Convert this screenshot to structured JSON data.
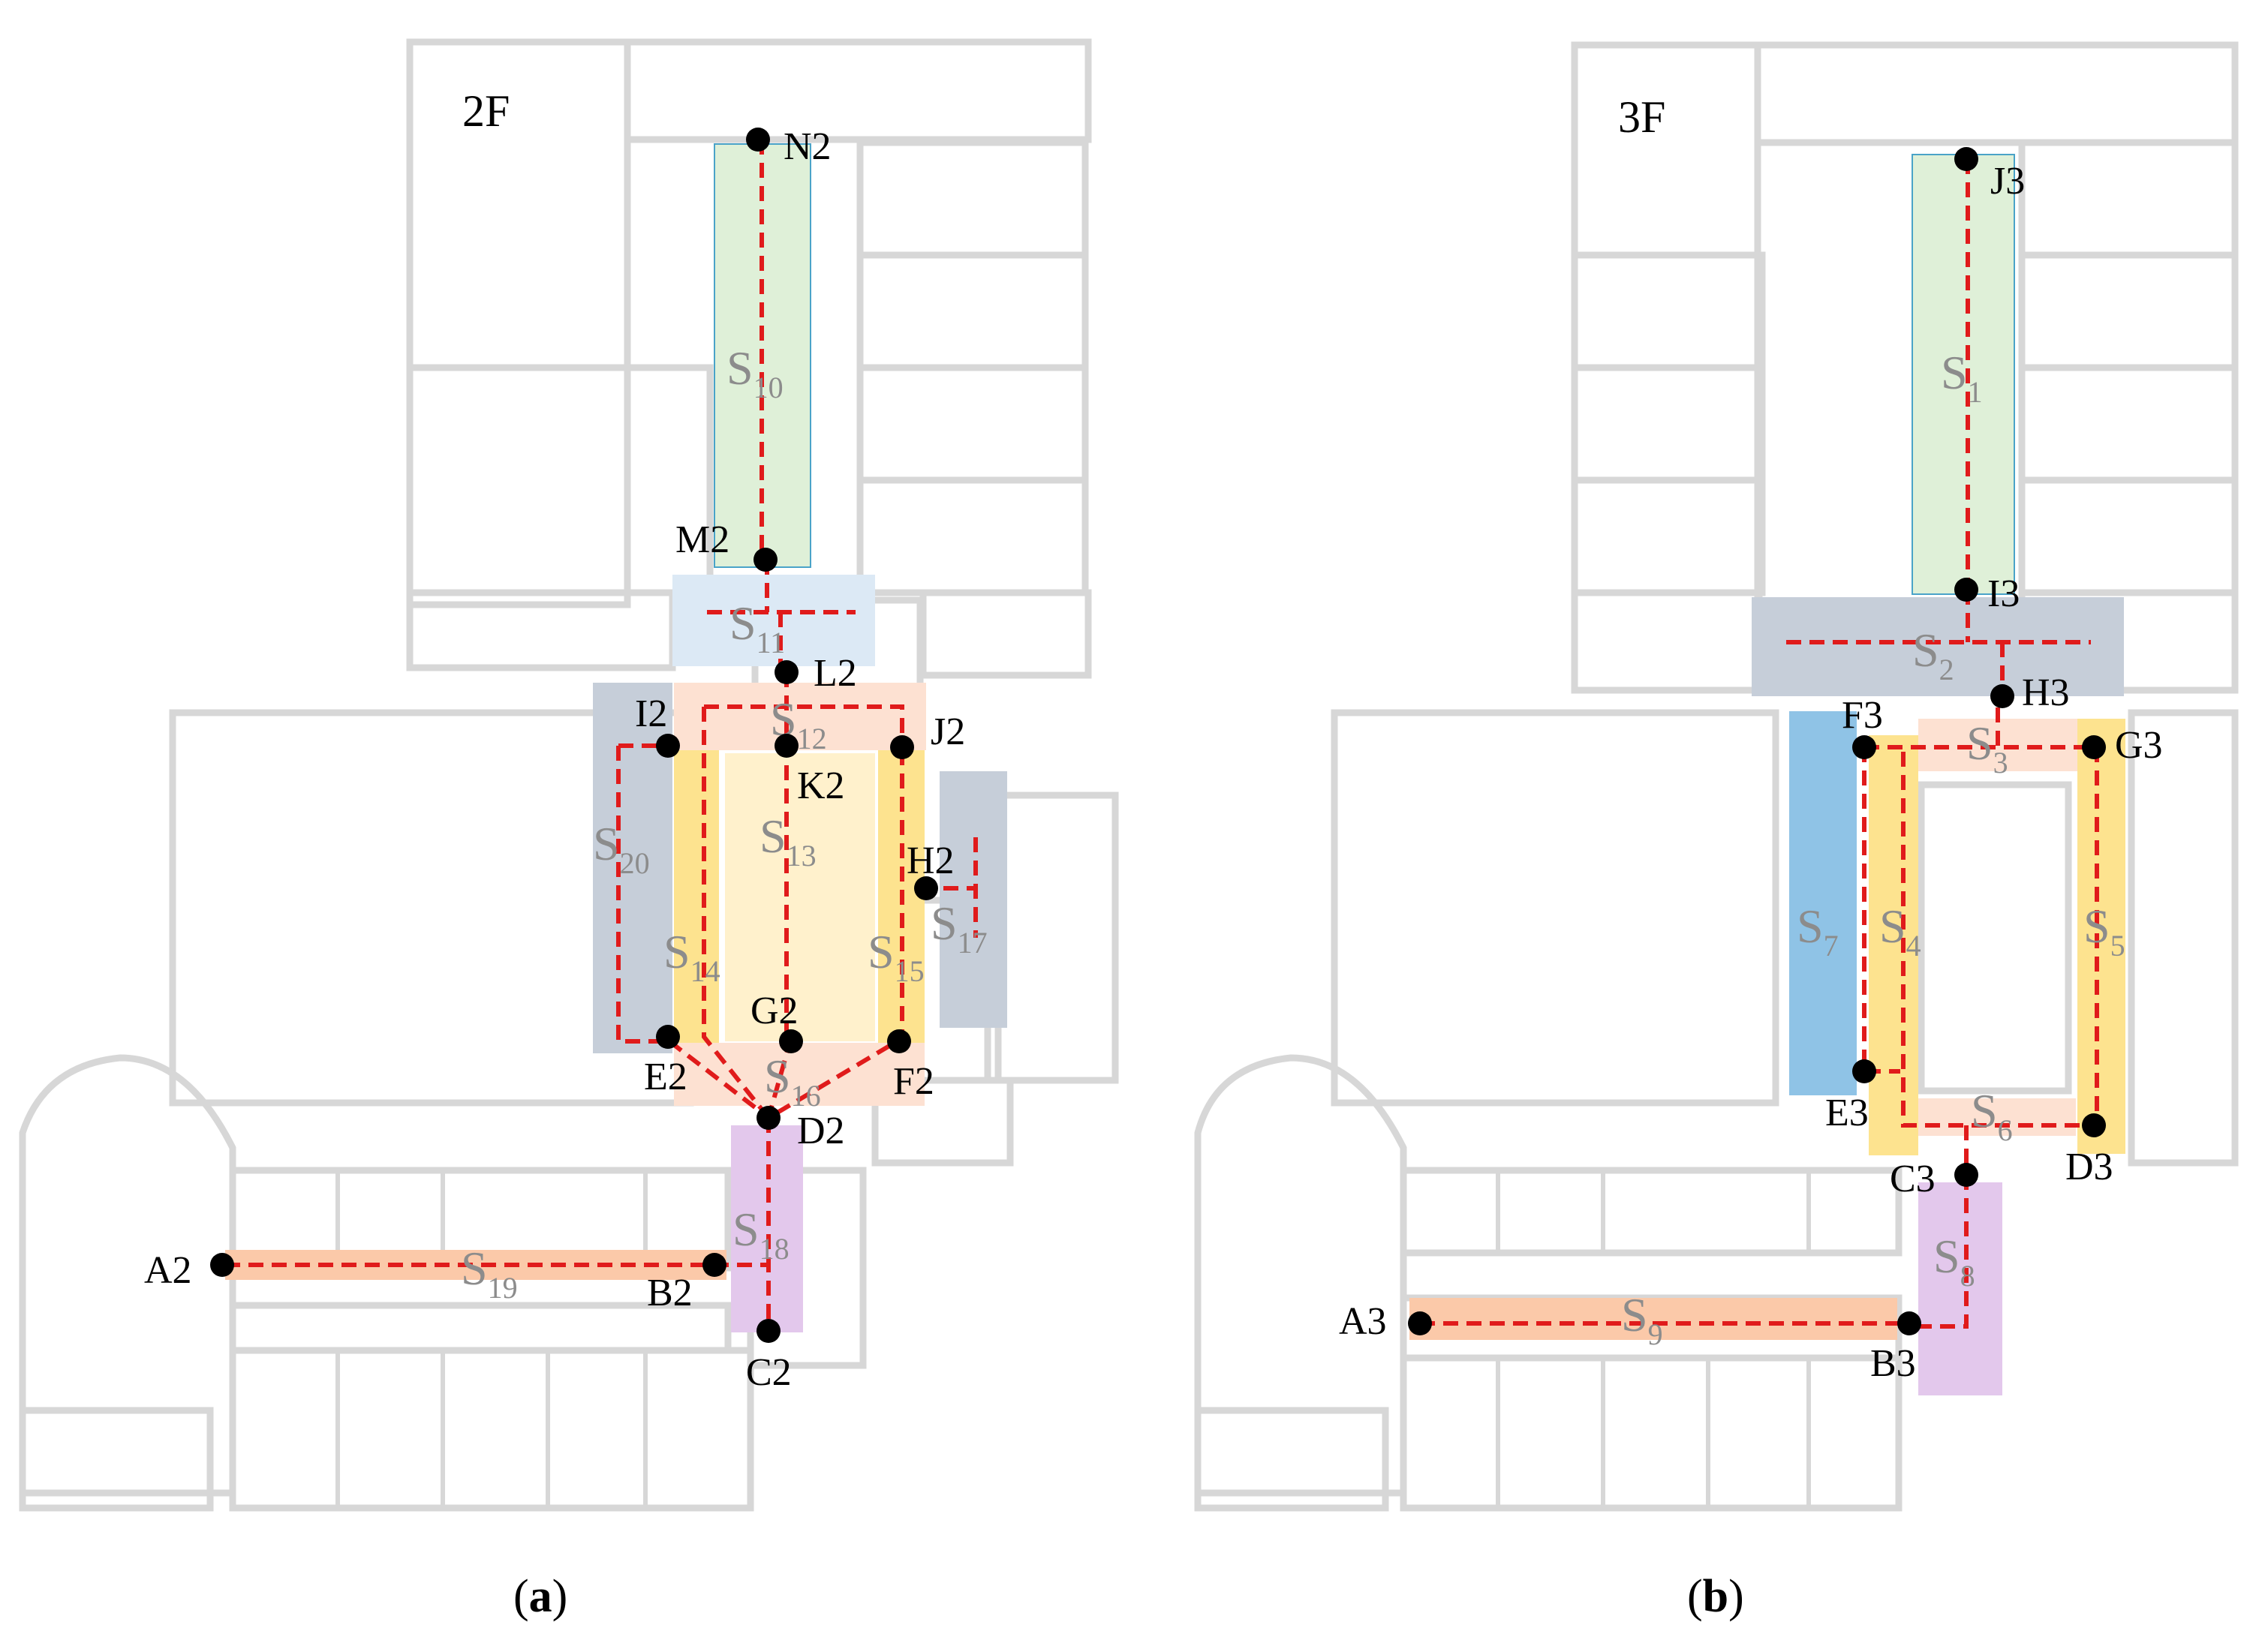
{
  "panels": [
    {
      "id": "a",
      "floor_label": "2F",
      "caption_letter": "a",
      "nodes": [
        "A2",
        "B2",
        "C2",
        "D2",
        "E2",
        "F2",
        "G2",
        "H2",
        "I2",
        "J2",
        "K2",
        "L2",
        "M2",
        "N2"
      ],
      "segments": [
        "10",
        "11",
        "12",
        "13",
        "14",
        "15",
        "16",
        "17",
        "18",
        "19",
        "20"
      ]
    },
    {
      "id": "b",
      "floor_label": "3F",
      "caption_letter": "b",
      "nodes": [
        "A3",
        "B3",
        "C3",
        "D3",
        "E3",
        "F3",
        "G3",
        "H3",
        "I3",
        "J3"
      ],
      "segments": [
        "1",
        "2",
        "3",
        "4",
        "5",
        "6",
        "7",
        "8",
        "9"
      ]
    }
  ],
  "segment_prefix": "S",
  "caption_paren_open": "(",
  "caption_paren_close": ")",
  "colors": {
    "wall": "#d7d7d7",
    "route": "#e01b1b",
    "node": "#000000",
    "zone_green": "#dff0d8",
    "zone_lightblue": "#dce9f5",
    "zone_peach": "#fde1d2",
    "zone_yellow": "#fde38f",
    "zone_lightyellow": "#fff1cc",
    "zone_slate": "#c6ced9",
    "zone_blue": "#8fc3e6",
    "zone_purple": "#e3c8ec",
    "zone_orange": "#fbc9a9",
    "segment_label": "#8c8c8c"
  }
}
